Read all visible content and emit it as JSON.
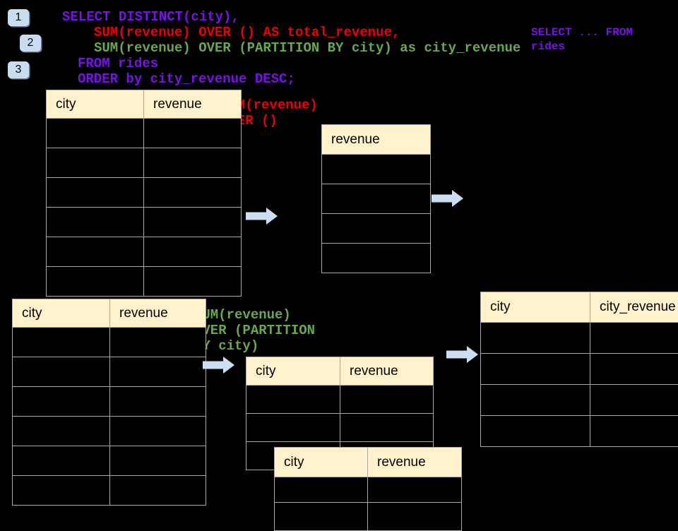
{
  "colors": {
    "background": "#000000",
    "code_purple": "#7912E6",
    "code_red": "#EE0000",
    "code_green": "#6AA84F",
    "table_header_fill": "#FFF2CC",
    "table_border": "#A8A8A8",
    "arrow_fill": "#CBDEF2",
    "badge_fill": "#C9DDF0"
  },
  "badges": [
    {
      "label": "1"
    },
    {
      "label": "2"
    },
    {
      "label": "3"
    }
  ],
  "sql_code": {
    "lines": [
      {
        "text": "SELECT DISTINCT(city),",
        "color": "purple"
      },
      {
        "text": "SUM(revenue) OVER () AS total_revenue,",
        "color": "red"
      },
      {
        "text": "SUM(revenue) OVER (PARTITION BY city) as city_revenue",
        "color": "green"
      },
      {
        "text": "FROM rides",
        "color": "purple"
      },
      {
        "text": "ORDER by city_revenue DESC;",
        "color": "purple"
      }
    ]
  },
  "side_note": {
    "lines": [
      "SELECT ... FROM",
      "rides"
    ]
  },
  "annotations": {
    "total_revenue": {
      "lines": [
        "SUM(revenue)",
        "OVER ()"
      ]
    },
    "partition": {
      "lines": [
        "SUM(revenue)",
        "OVER (PARTITION",
        "BY city)"
      ]
    }
  },
  "tables": {
    "rides_top": {
      "headers": [
        "city",
        "revenue"
      ],
      "empty_rows": 6
    },
    "total_revenue": {
      "headers": [
        "revenue"
      ],
      "empty_rows": 4
    },
    "rides_bottom": {
      "headers": [
        "city",
        "revenue"
      ],
      "empty_rows": 6
    },
    "partition_step": {
      "headers": [
        "city",
        "revenue"
      ],
      "empty_rows": 3
    },
    "partition_overlay": {
      "headers": [
        "city",
        "revenue"
      ],
      "empty_rows": 2
    },
    "city_revenue_result": {
      "headers": [
        "city",
        "city_revenue"
      ],
      "empty_rows": 4
    }
  }
}
